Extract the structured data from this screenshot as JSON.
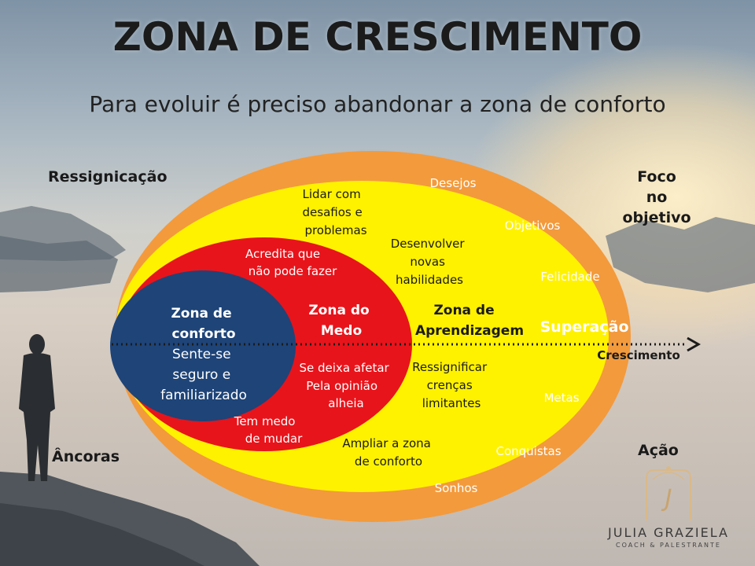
{
  "title": "ZONA DE CRESCIMENTO",
  "subtitle": "Para evoluir é preciso abandonar a zona de conforto",
  "corners": {
    "ressignificacao": "Ressignicação",
    "foco": [
      "Foco",
      "no",
      "objetivo"
    ],
    "ancoras": "Âncoras",
    "acao": "Ação"
  },
  "zones": {
    "conforto": {
      "name": [
        "Zona de",
        "conforto"
      ],
      "desc": [
        "Sente-se",
        "seguro e",
        "familiarizado"
      ]
    },
    "medo": {
      "name": [
        "Zona do",
        "Medo"
      ],
      "items": [
        [
          "Acredita que",
          "não pode fazer"
        ],
        [
          "Se deixa afetar",
          "Pela opinião",
          "alheia"
        ],
        [
          "Tem medo",
          "de mudar"
        ]
      ]
    },
    "aprendizagem": {
      "name": [
        "Zona de",
        "Aprendizagem"
      ],
      "items": [
        [
          "Lidar com",
          "desafios e",
          "problemas"
        ],
        [
          "Desenvolver",
          "novas",
          "habilidades"
        ],
        [
          "Ressignificar",
          "crenças",
          "limitantes"
        ],
        [
          "Ampliar a zona",
          "de conforto"
        ]
      ]
    },
    "crescimento": {
      "items": [
        "Desejos",
        "Objetivos",
        "Felicidade",
        "Superação",
        "Metas",
        "Conquistas",
        "Sonhos"
      ]
    }
  },
  "axis_label": "Crescimento",
  "logo": {
    "name": "JULIA GRAZIELA",
    "tagline": "COACH & PALESTRANTE"
  },
  "colors": {
    "outer": "#f39a3c",
    "learning": "#fff200",
    "fear": "#e8141b",
    "comfort": "#1e4478"
  }
}
